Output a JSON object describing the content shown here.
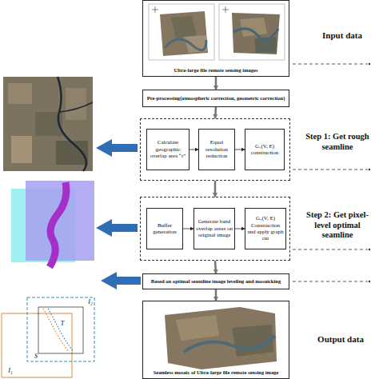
{
  "diagram": {
    "nodes": [
      {
        "text": [
          "Ultra-large file remote sensing images"
        ]
      },
      {
        "text": [
          "Pre-processing(atmospheric correction, geometric correction)"
        ]
      },
      {
        "text": [
          "Step 1: Get rough seamline"
        ]
      },
      {
        "text": [
          "Calculate geographic overlap area “r”"
        ],
        "in": 2
      },
      {
        "text": [
          "Equal resolution reduction"
        ],
        "in": 2
      },
      {
        "text": [
          "G₁(V, E) construction"
        ],
        "in": 2
      },
      {
        "text": [
          "Step 2: Get pixel-level optimal seamline"
        ]
      },
      {
        "text": [
          "Buffer generation"
        ],
        "in": 6
      },
      {
        "text": [
          "Generate band overlap areas on original image"
        ],
        "in": 6
      },
      {
        "text": [
          "G₂(V, E) Construction and apply graph cut"
        ],
        "in": 6
      },
      {
        "text": [
          "Based on optimal seamline image leveling and mosaicking"
        ]
      },
      {
        "text": [
          "Seamless mosaic of Ultra-large file remote sensing image"
        ]
      }
    ],
    "edges": [
      {
        "from": 0,
        "to": 1,
        "arrow": "to"
      },
      {
        "from": 1,
        "to": 2,
        "arrow": "to"
      },
      {
        "from": 3,
        "to": 4,
        "arrow": "to"
      },
      {
        "from": 4,
        "to": 5,
        "arrow": "to"
      },
      {
        "from": 2,
        "to": 6,
        "arrow": "to"
      },
      {
        "from": 7,
        "to": 8,
        "arrow": "to"
      },
      {
        "from": 8,
        "to": 9,
        "arrow": "to"
      },
      {
        "from": 6,
        "to": 10,
        "arrow": "to"
      },
      {
        "from": 10,
        "to": 11,
        "arrow": "to"
      }
    ],
    "labels": [
      "Input data",
      "Output data",
      "I₂",
      "T",
      "S",
      "I₁"
    ]
  }
}
